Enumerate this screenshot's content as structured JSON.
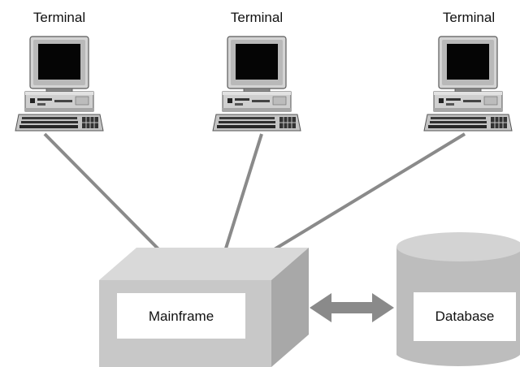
{
  "terminals": [
    {
      "label": "Terminal"
    },
    {
      "label": "Terminal"
    },
    {
      "label": "Terminal"
    }
  ],
  "mainframe": {
    "label": "Mainframe"
  },
  "database": {
    "label": "Database"
  },
  "colors": {
    "link_line": "#8a8a8a",
    "mainframe_front": "#c8c8c8",
    "mainframe_top": "#d9d9d9",
    "mainframe_side": "#a8a8a8",
    "database_body": "#bdbdbd",
    "arrow": "#8a8a8a"
  },
  "icons": {
    "terminal": "desktop-computer-icon",
    "database": "database-cylinder-icon",
    "arrow": "double-headed-arrow-icon"
  }
}
